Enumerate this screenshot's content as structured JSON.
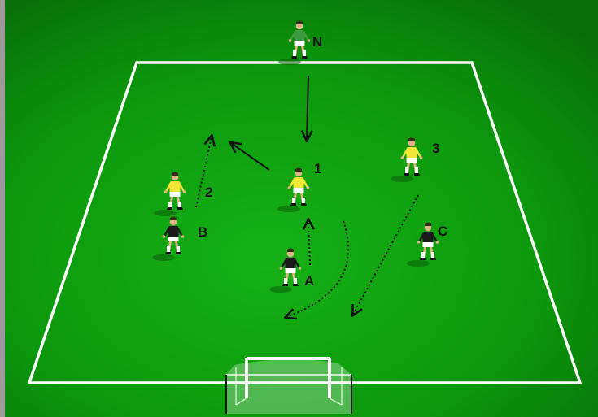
{
  "diagram": {
    "field_color": "#11a411",
    "line_color": "#ffffff",
    "players": [
      {
        "key": "N",
        "label": "N",
        "team": "neutral",
        "kit": "#3f9a3f"
      },
      {
        "key": "1",
        "label": "1",
        "team": "attack",
        "kit": "#f2e534"
      },
      {
        "key": "2",
        "label": "2",
        "team": "attack",
        "kit": "#f2e534"
      },
      {
        "key": "3",
        "label": "3",
        "team": "attack",
        "kit": "#f2e534"
      },
      {
        "key": "A",
        "label": "A",
        "team": "defend",
        "kit": "#1a1a1a"
      },
      {
        "key": "B",
        "label": "B",
        "team": "defend",
        "kit": "#1a1a1a"
      },
      {
        "key": "C",
        "label": "C",
        "team": "defend",
        "kit": "#1a1a1a"
      }
    ],
    "arrows": [
      {
        "from": "N",
        "to": "1",
        "style": "solid"
      },
      {
        "from": "1",
        "to": "2",
        "style": "solid"
      },
      {
        "from": "2",
        "to": "run",
        "style": "dotted"
      },
      {
        "from": "A",
        "to": "1",
        "style": "dotted"
      },
      {
        "from": "1",
        "to": "goal",
        "style": "dotted-curve"
      },
      {
        "from": "3",
        "to": "goal",
        "style": "dotted"
      }
    ],
    "goal": {
      "color": "#ffffff"
    }
  }
}
